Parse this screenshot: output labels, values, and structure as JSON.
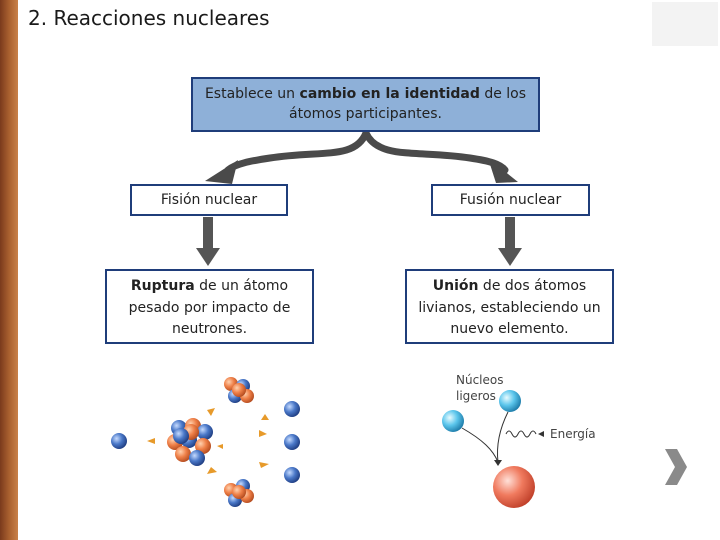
{
  "title": {
    "number": "2.",
    "text": "Reacciones nucleares"
  },
  "top_box": {
    "part1": "Establece un ",
    "bold": "cambio en la identidad",
    "part2": " de los",
    "line2": "átomos participantes."
  },
  "fision": {
    "label": "Fisión nuclear"
  },
  "fusion": {
    "label": "Fusión nuclear"
  },
  "ruptura": {
    "bold": "Ruptura",
    "line1_rest": " de un átomo",
    "line2": "pesado por impacto de",
    "line3": "neutrones."
  },
  "union": {
    "bold": "Unión",
    "line1_rest": " de dos átomos",
    "line2": "livianos, estableciendo un",
    "line3": "nuevo elemento."
  },
  "fusion_figure": {
    "label_line1": "Núcleos",
    "label_line2": "ligeros",
    "energy_label": "Energía"
  },
  "colors": {
    "box_fill": "#8eb0d8",
    "border": "#1f3d7a",
    "arrow": "#4a4a4a",
    "proton": "#e8723a",
    "neutron": "#3a66b8"
  }
}
